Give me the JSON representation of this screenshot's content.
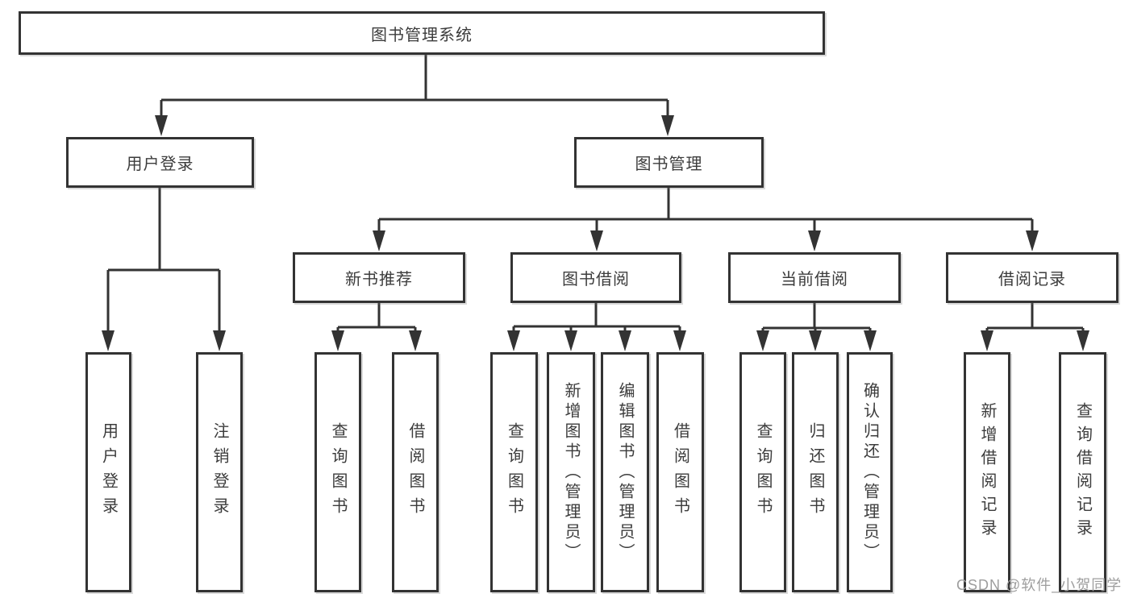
{
  "diagram": {
    "type": "hierarchy-tree",
    "tree": {
      "label": "图书管理系统",
      "children": [
        {
          "label": "用户登录",
          "children": [
            {
              "label": "用户登录"
            },
            {
              "label": "注销登录"
            }
          ]
        },
        {
          "label": "图书管理",
          "children": [
            {
              "label": "新书推荐",
              "children": [
                {
                  "label": "查询图书"
                },
                {
                  "label": "借阅图书"
                }
              ]
            },
            {
              "label": "图书借阅",
              "children": [
                {
                  "label": "查询图书"
                },
                {
                  "label": "新增图书（管理员）"
                },
                {
                  "label": "编辑图书（管理员）"
                },
                {
                  "label": "借阅图书"
                }
              ]
            },
            {
              "label": "当前借阅",
              "children": [
                {
                  "label": "查询图书"
                },
                {
                  "label": "归还图书"
                },
                {
                  "label": "确认归还（管理员）"
                }
              ]
            },
            {
              "label": "借阅记录",
              "children": [
                {
                  "label": "新增借阅记录"
                },
                {
                  "label": "查询借阅记录"
                }
              ]
            }
          ]
        }
      ]
    },
    "colors": {
      "line": "#333333",
      "box_border": "#333333",
      "text": "#3c3c3c",
      "background": "#ffffff",
      "watermark": "#9e9e9e"
    }
  },
  "watermark": "CSDN @软件_小贺同学"
}
